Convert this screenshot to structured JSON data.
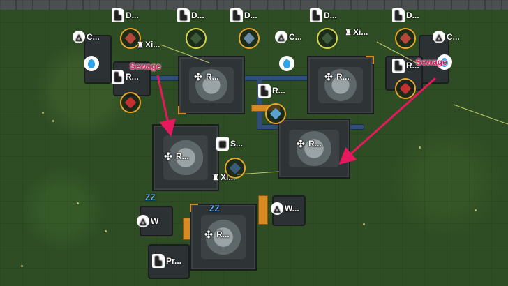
{
  "labels": {
    "c1": "C...",
    "c2": "C...",
    "c3": "C...",
    "d1": "D...",
    "d2": "D...",
    "d3": "D...",
    "d4": "D...",
    "d5": "D...",
    "xi1": "Xi...",
    "xi2": "Xi...",
    "xi3": "Xi...",
    "r1": "R...",
    "r2": "R...",
    "r3": "R...",
    "r4": "R...",
    "r5": "R...",
    "r6": "R...",
    "r7": "R...",
    "r8": "R...",
    "s1": "S...",
    "w1": "W...",
    "w2": "W",
    "pr1": "Pr..."
  },
  "annotations": {
    "callout_left": "Sewage",
    "callout_right": "Sewage",
    "accent_color": "#e6195e"
  },
  "icons": [
    "document-icon",
    "refinery-icon",
    "water-drop-icon",
    "gem-icon",
    "pump-icon",
    "sleep-zz-icon",
    "warning-triangle-icon",
    "arrow-pointer-icon"
  ]
}
